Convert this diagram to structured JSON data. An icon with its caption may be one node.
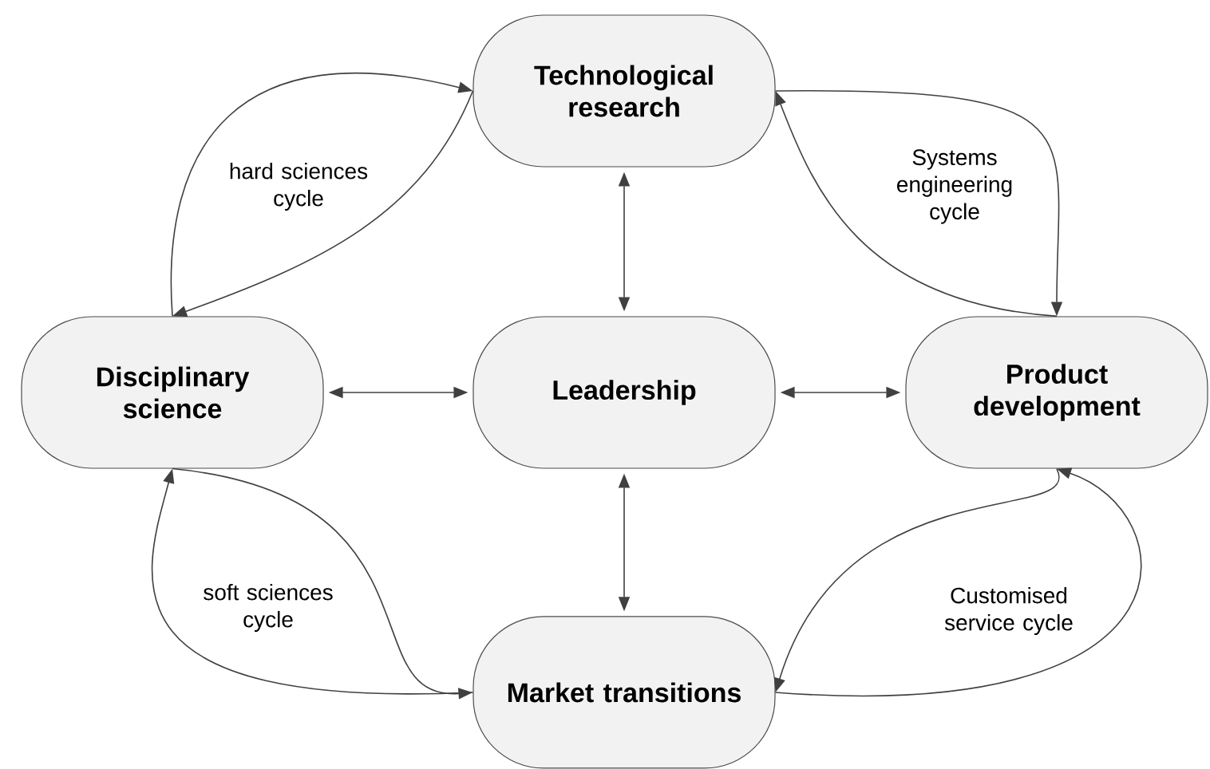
{
  "diagram": {
    "nodes": [
      {
        "text": [
          "Technological research"
        ]
      },
      {
        "text": [
          "Disciplinary science"
        ]
      },
      {
        "text": [
          "Leadership"
        ]
      },
      {
        "text": [
          "Product development"
        ]
      },
      {
        "text": [
          "Market transitions"
        ]
      }
    ],
    "edges": [
      {
        "from": 1,
        "to": 0,
        "arrow": "to"
      },
      {
        "from": 0,
        "to": 1,
        "arrow": "to",
        "label": "hard sciences cycle"
      },
      {
        "from": 0,
        "to": 3,
        "arrow": "to",
        "label": "Systems engineering cycle"
      },
      {
        "from": 3,
        "to": 0,
        "arrow": "to"
      },
      {
        "from": 3,
        "to": 4,
        "arrow": "to"
      },
      {
        "from": 4,
        "to": 3,
        "arrow": "to",
        "label": "Customised service cycle"
      },
      {
        "from": 1,
        "to": 4,
        "arrow": "to",
        "label": "soft sciences cycle"
      },
      {
        "from": 4,
        "to": 1,
        "arrow": "to"
      },
      {
        "from": 2,
        "to": 0,
        "arrow": "both"
      },
      {
        "from": 2,
        "to": 1,
        "arrow": "both"
      },
      {
        "from": 2,
        "to": 3,
        "arrow": "both"
      },
      {
        "from": 2,
        "to": 4,
        "arrow": "both"
      }
    ]
  }
}
